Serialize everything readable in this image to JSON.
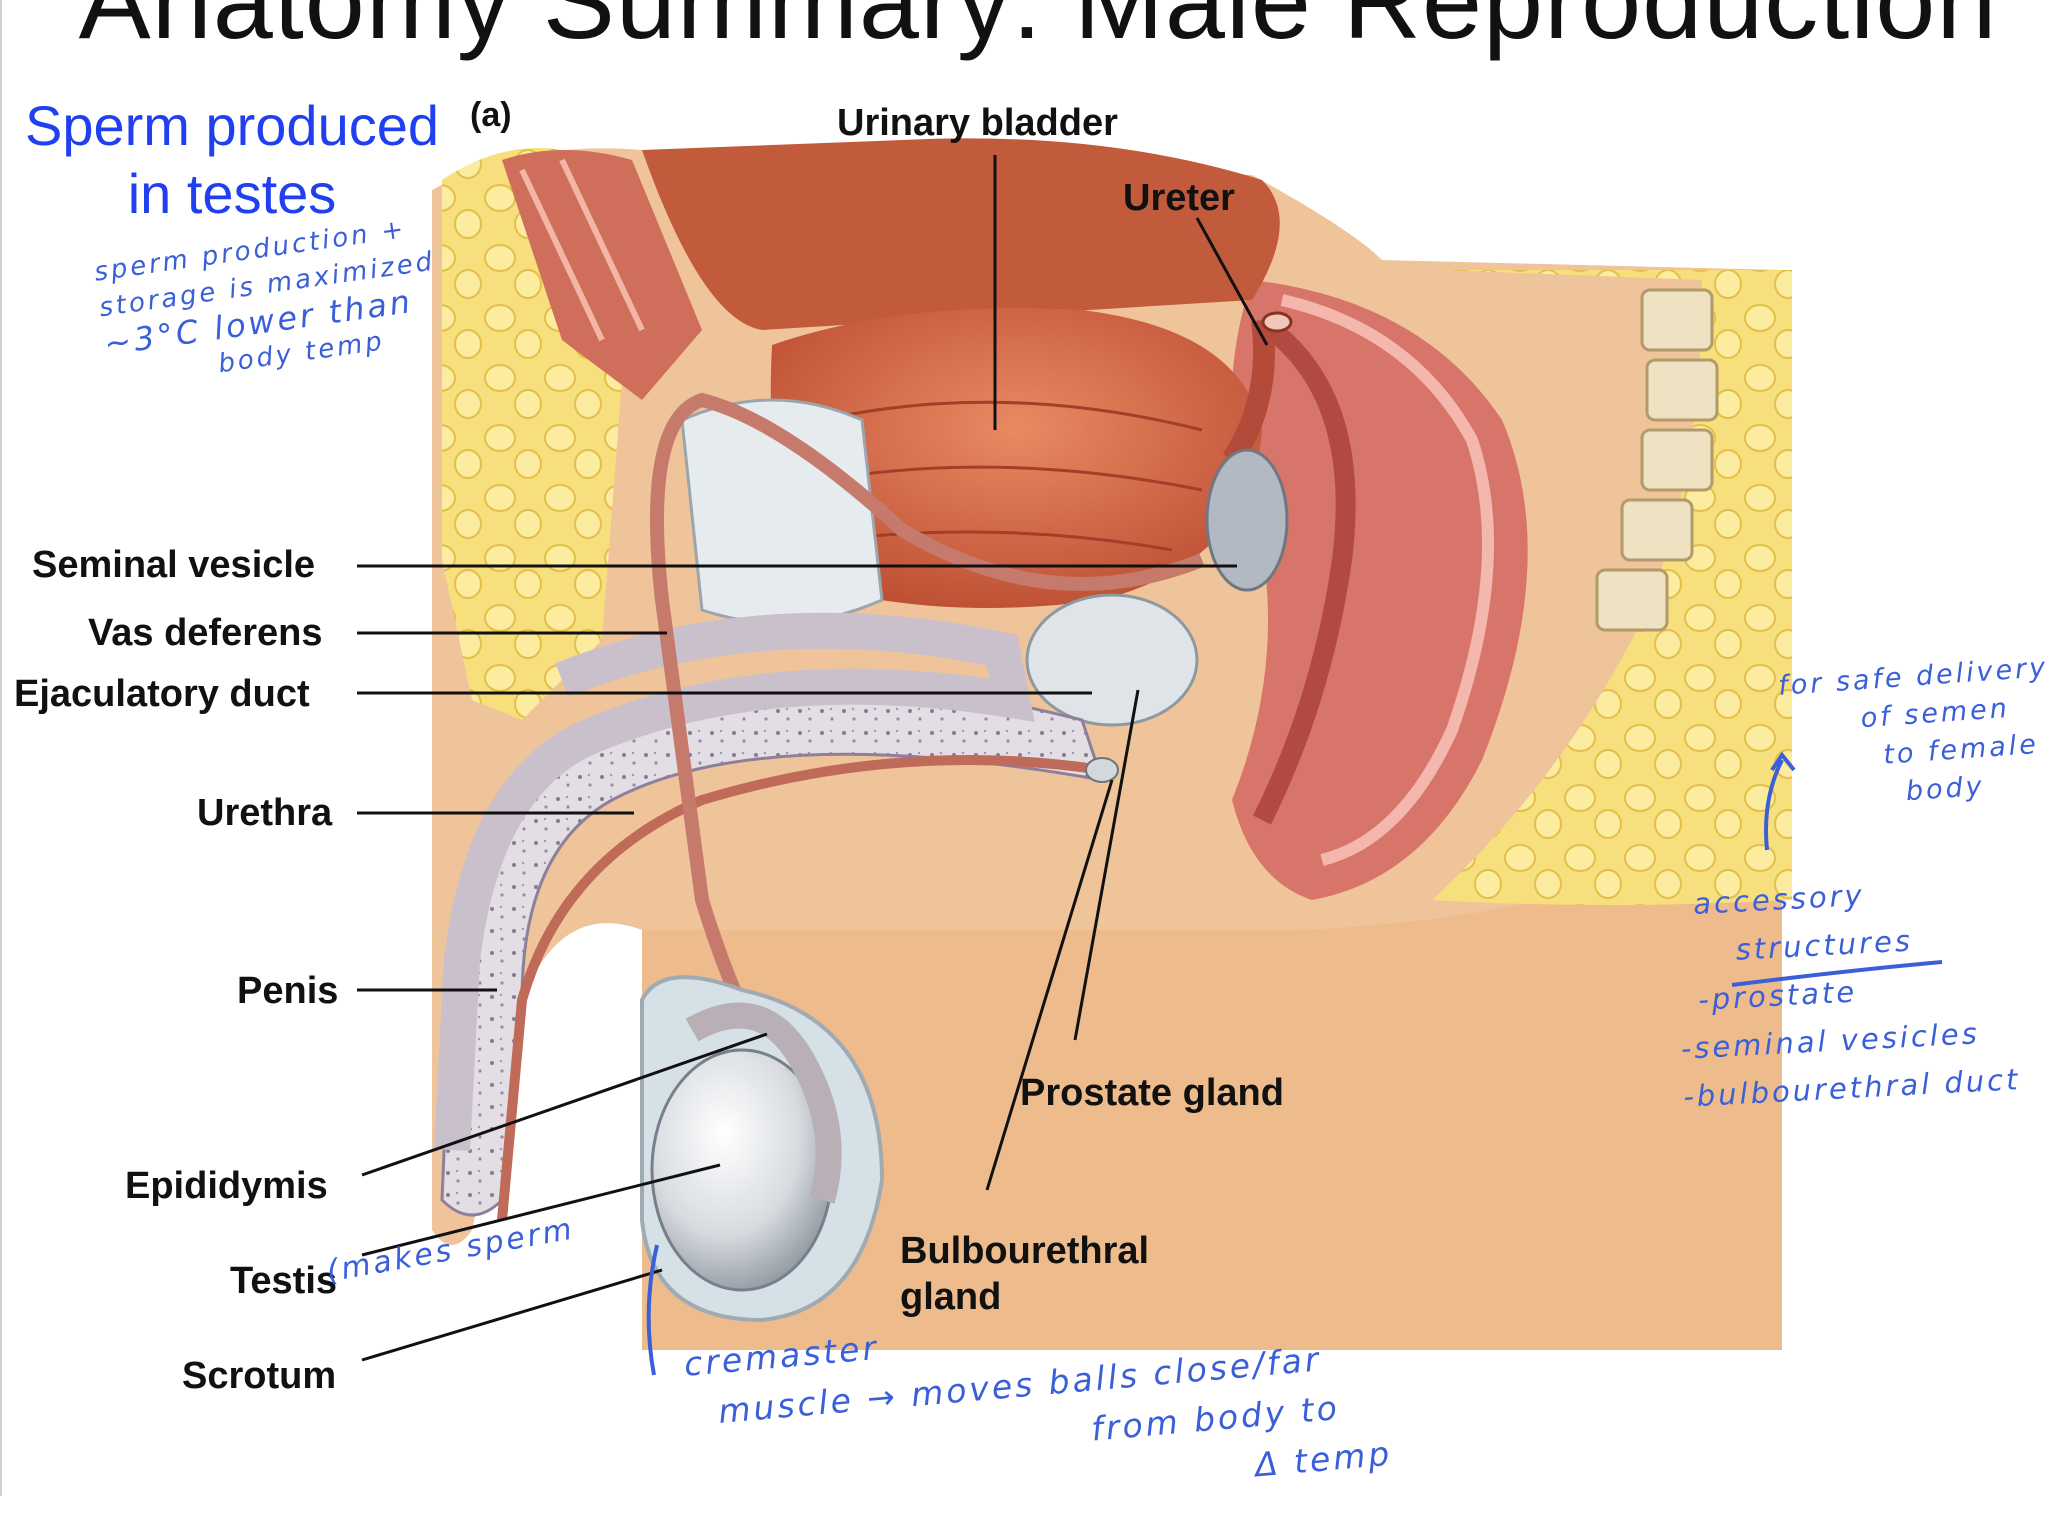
{
  "title": "Anatomy Summary: Male Reproduction",
  "subtitle_blue": [
    "Sperm produced",
    "in testes"
  ],
  "panel_letter": "(a)",
  "labels": {
    "urinary_bladder": "Urinary bladder",
    "ureter": "Ureter",
    "seminal_vesicle": "Seminal vesicle",
    "vas_deferens": "Vas deferens",
    "ejaculatory_duct": "Ejaculatory duct",
    "urethra": "Urethra",
    "penis": "Penis",
    "epididymis": "Epididymis",
    "testis": "Testis",
    "scrotum": "Scrotum",
    "prostate_gland": "Prostate gland",
    "bulbourethral_gland": [
      "Bulbourethral",
      "gland"
    ]
  },
  "handwritten_notes": {
    "left_top": [
      "sperm production +",
      "storage is maximized",
      "~3°C lower than",
      "body temp"
    ],
    "right_top": [
      "for safe delivery",
      "of semen",
      "to female",
      "body"
    ],
    "accessory": [
      "accessory",
      "structures",
      "-prostate",
      "-seminal vesicles",
      "-bulbourethral duct"
    ],
    "testis_note": "(makes sperm",
    "bottom": [
      "cremaster",
      "muscle → moves  balls close/far",
      "from body to",
      "Δ temp"
    ]
  },
  "colors": {
    "title": "#111111",
    "blue_heading": "#1f3ff0",
    "handwriting": "#3a5fd8",
    "tissue_red": "#c8573f",
    "fat_yellow": "#f2d56a",
    "skin": "#edb68a"
  }
}
